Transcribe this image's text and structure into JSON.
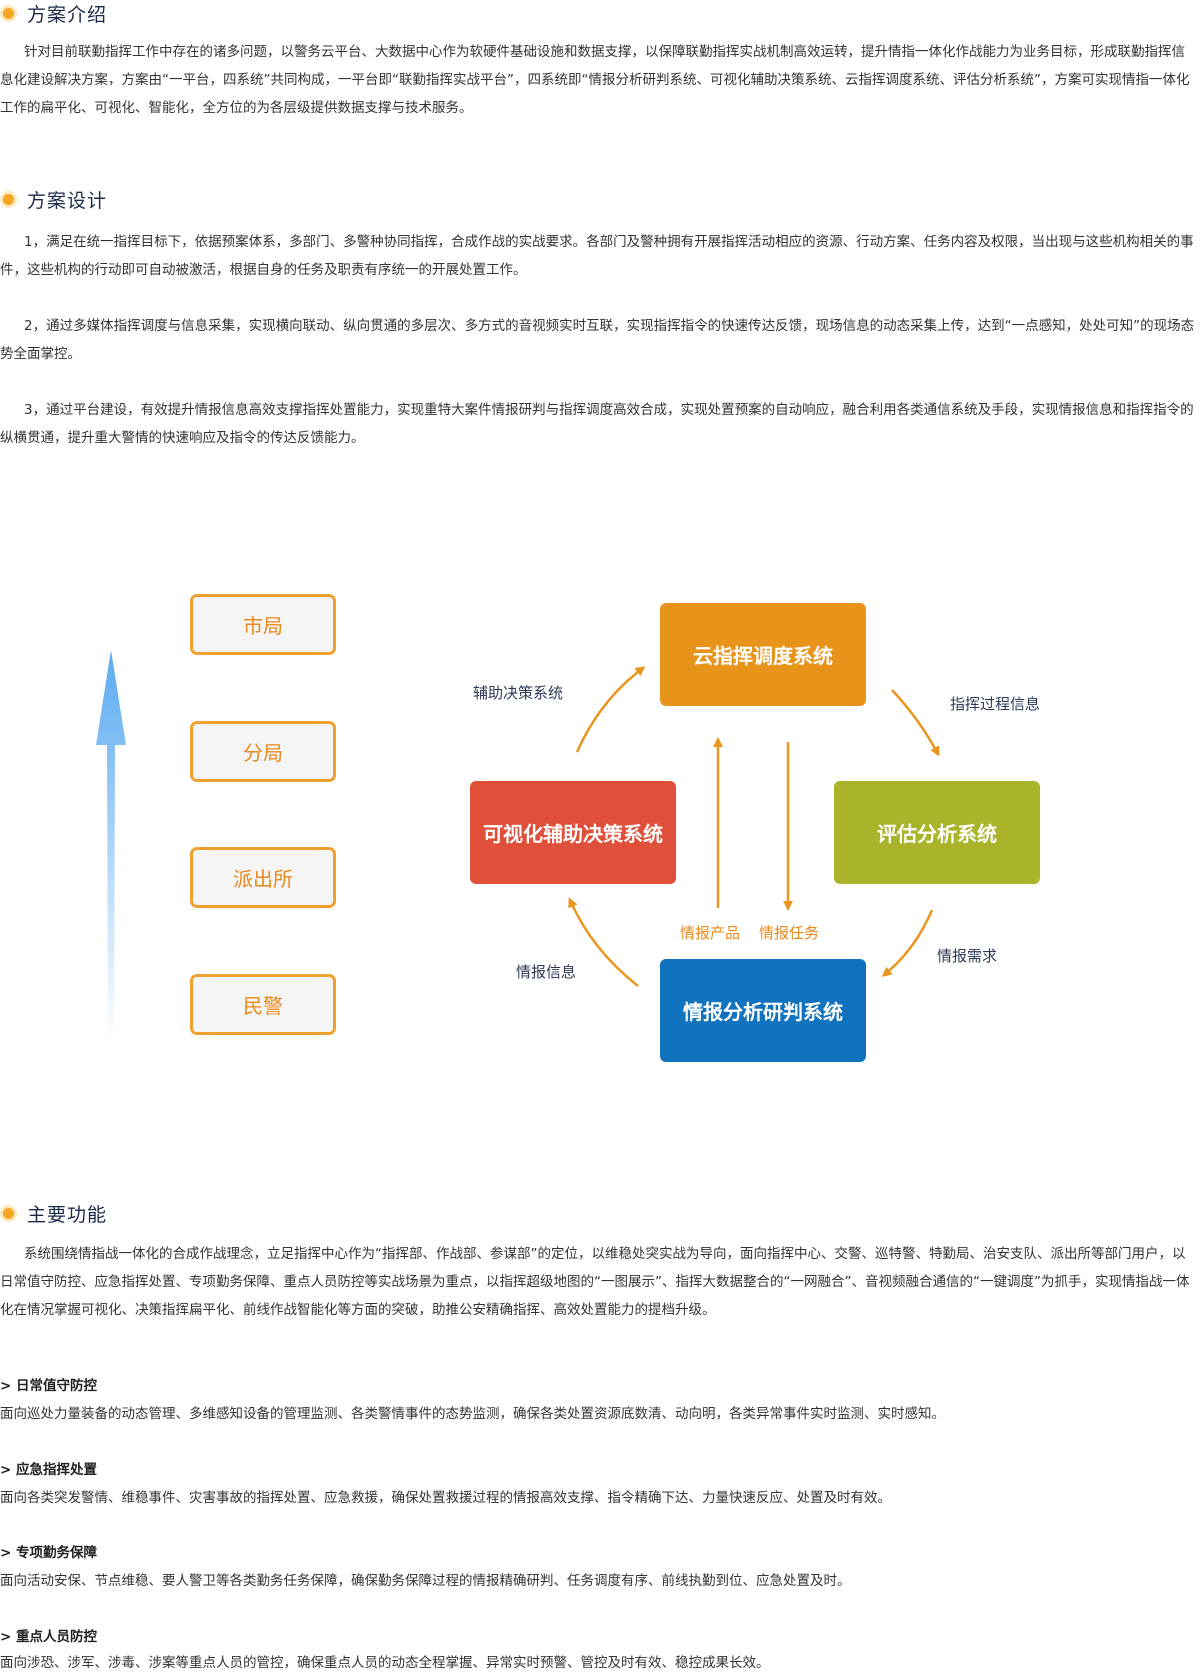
{
  "intro": {
    "title": "方案介绍",
    "body": "针对目前联勤指挥工作中存在的诸多问题，以警务云平台、大数据中心作为软硬件基础设施和数据支撑，以保障联勤指挥实战机制高效运转，提升情指一体化作战能力为业务目标，形成联勤指挥信息化建设解决方案，方案由“一平台，四系统”共同构成，一平台即“联勤指挥实战平台”，四系统即“情报分析研判系统、可视化辅助决策系统、云指挥调度系统、评估分析系统”，方案可实现情指一体化工作的扁平化、可视化、智能化，全方位的为各层级提供数据支撑与技术服务。"
  },
  "design": {
    "title": "方案设计",
    "points": [
      "1，满足在统一指挥目标下，依据预案体系，多部门、多警种协同指挥，合成作战的实战要求。各部门及警种拥有开展指挥活动相应的资源、行动方案、任务内容及权限，当出现与这些机构相关的事件，这些机构的行动即可自动被激活，根据自身的任务及职责有序统一的开展处置工作。",
      "2，通过多媒体指挥调度与信息采集，实现横向联动、纵向贯通的多层次、多方式的音视频实时互联，实现指挥指令的快速传达反馈，现场信息的动态采集上传，达到“一点感知，处处可知”的现场态势全面掌控。",
      "3，通过平台建设，有效提升情报信息高效支撑指挥处置能力，实现重特大案件情报研判与指挥调度高效合成，实现处置预案的自动响应，融合利用各类通信系统及手段，实现情报信息和指挥指令的纵横贯通，提升重大警情的快速响应及指令的传达反馈能力。"
    ]
  },
  "diagram": {
    "levels": [
      "市局",
      "分局",
      "派出所",
      "民警"
    ],
    "systems": {
      "top": "云指挥调度系统",
      "left": "可视化辅助决策系统",
      "right": "评估分析系统",
      "bottom": "情报分析研判系统"
    },
    "colors": {
      "top": "#e8941a",
      "left": "#df4f39",
      "right": "#a9b42a",
      "bottom": "#1173bd",
      "level_border": "#f0a030",
      "arrow": "#e8961e",
      "rise_arrow": "#6db3ec"
    },
    "labels": {
      "aux_decision": "辅助决策系统",
      "command_process": "指挥过程信息",
      "intel_demand": "情报需求",
      "intel_info": "情报信息",
      "intel_product": "情报产品",
      "intel_task": "情报任务"
    }
  },
  "functions": {
    "title": "主要功能",
    "body": "系统围绕情指战一体化的合成作战理念，立足指挥中心作为“指挥部、作战部、参谋部”的定位，以维稳处突实战为导向，面向指挥中心、交警、巡特警、特勤局、治安支队、派出所等部门用户，以日常值守防控、应急指挥处置、专项勤务保障、重点人员防控等实战场景为重点，以指挥超级地图的“一图展示”、指挥大数据整合的“一网融合”、音视频融合通信的“一键调度”为抓手，实现情指战一体化在情况掌握可视化、决策指挥扁平化、前线作战智能化等方面的突破，助推公安精确指挥、高效处置能力的提档升级。",
    "items": [
      {
        "title": "> 日常值守防控",
        "desc": "面向巡处力量装备的动态管理、多维感知设备的管理监测、各类警情事件的态势监测，确保各类处置资源底数清、动向明，各类异常事件实时监测、实时感知。"
      },
      {
        "title": "> 应急指挥处置",
        "desc": "面向各类突发警情、维稳事件、灾害事故的指挥处置、应急救援，确保处置救援过程的情报高效支撑、指令精确下达、力量快速反应、处置及时有效。"
      },
      {
        "title": "> 专项勤务保障",
        "desc": "面向活动安保、节点维稳、要人警卫等各类勤务任务保障，确保勤务保障过程的情报精确研判、任务调度有序、前线执勤到位、应急处置及时。"
      },
      {
        "title": "> 重点人员防控",
        "desc": "面向涉恐、涉军、涉毒、涉案等重点人员的管控，确保重点人员的动态全程掌握、异常实时预警、管控及时有效、稳控成果长效。"
      }
    ]
  }
}
